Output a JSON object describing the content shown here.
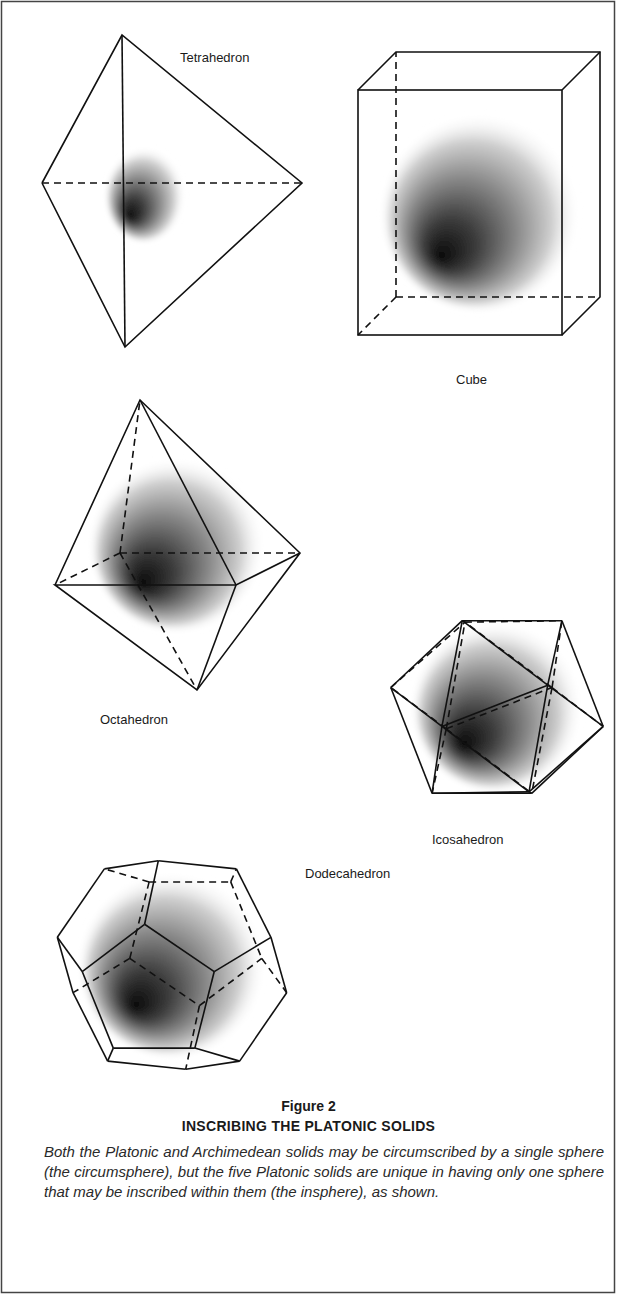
{
  "diagram": {
    "title": "INSCRIBING THE PLATONIC SOLIDS",
    "caption": "Both the Platonic and Archimedean solids may be circumscribed by a single sphere (the circumsphere), but the five Platonic solids are unique in having only one sphere that may be inscribed within them (the insphere), as shown.",
    "labels": [
      "Tetrahedron",
      "Cube",
      "Octahedron",
      "Icosahedron",
      "Dodecahedron",
      "Figure 2"
    ]
  }
}
